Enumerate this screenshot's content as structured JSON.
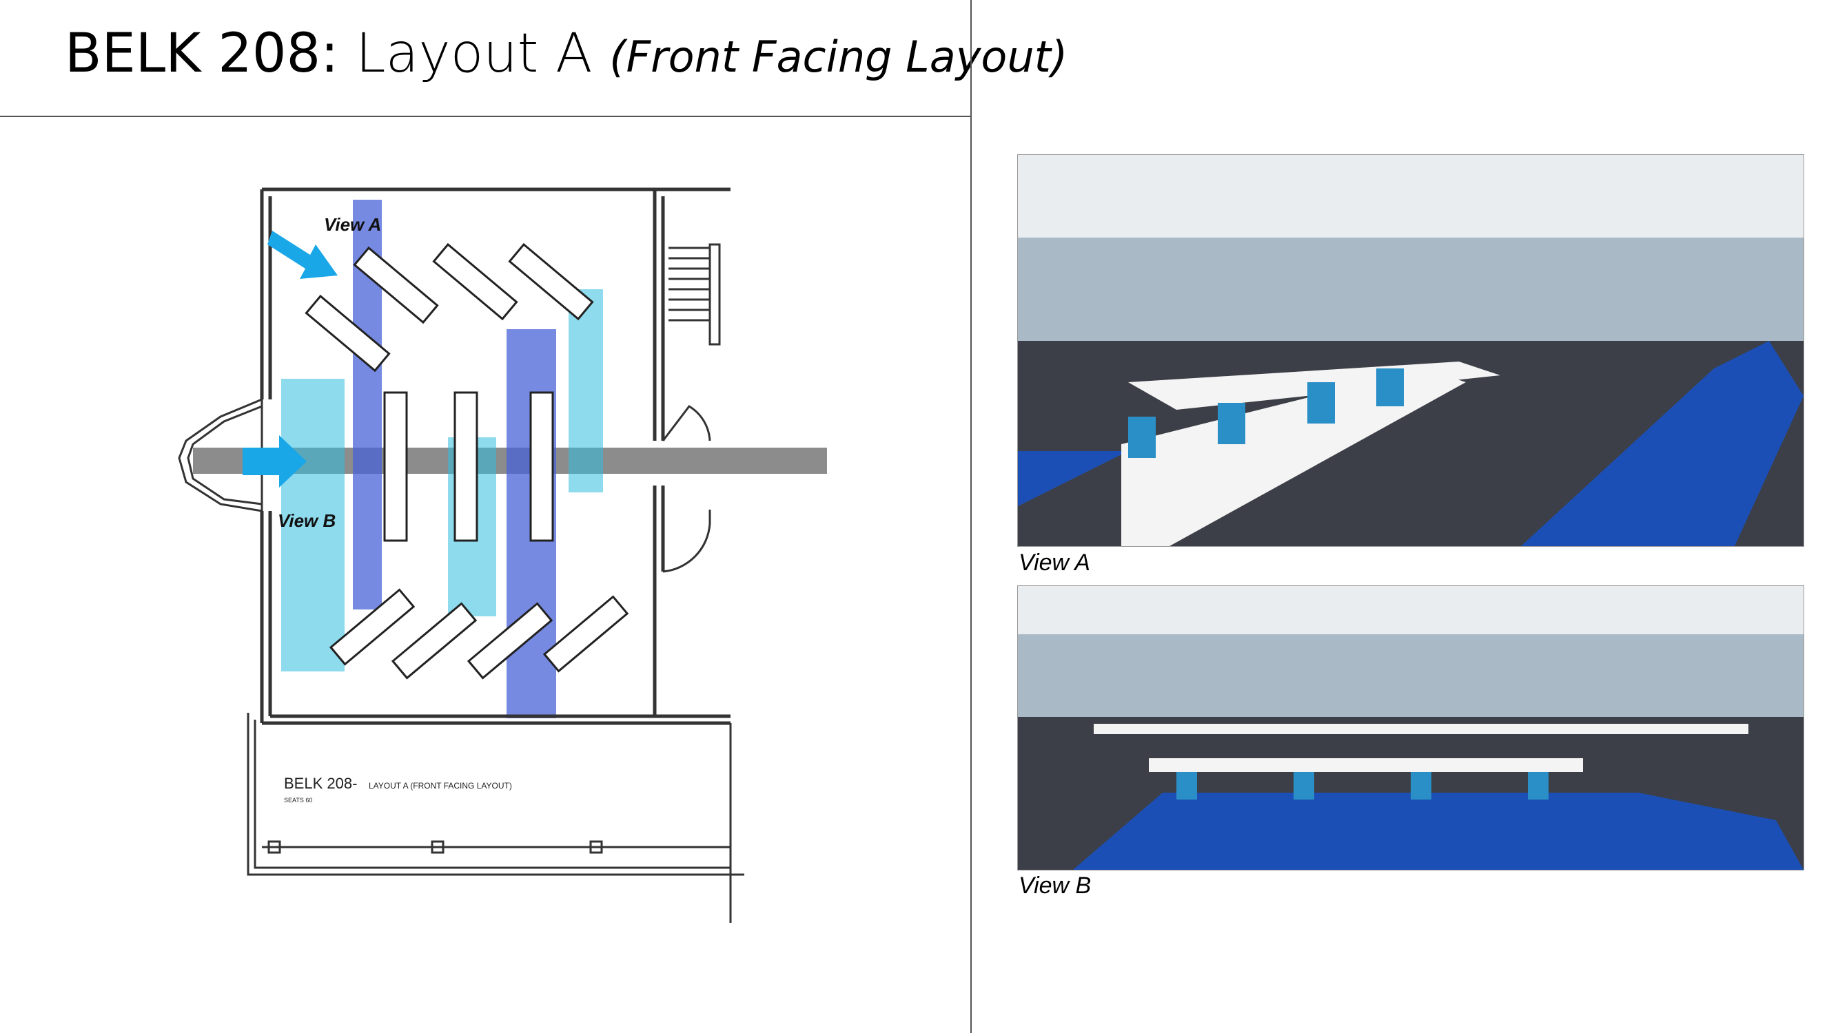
{
  "header": {
    "room": "BELK 208:",
    "layout": "Layout A",
    "subtitle": "(Front Facing Layout)"
  },
  "floorplan": {
    "view_a_label": "View A",
    "view_b_label": "View B",
    "title_block": "BELK 208-",
    "title_block_sub": "LAYOUT A (FRONT FACING LAYOUT)",
    "seats": "SEATS 60",
    "colors": {
      "dark_band": "#4a63d8",
      "light_band": "#33bde0",
      "arrow": "#1aa7e8",
      "wall": "#333333",
      "corridor": "#8c8c8c"
    }
  },
  "photos": {
    "view_a_caption": "View A",
    "view_b_caption": "View B"
  }
}
